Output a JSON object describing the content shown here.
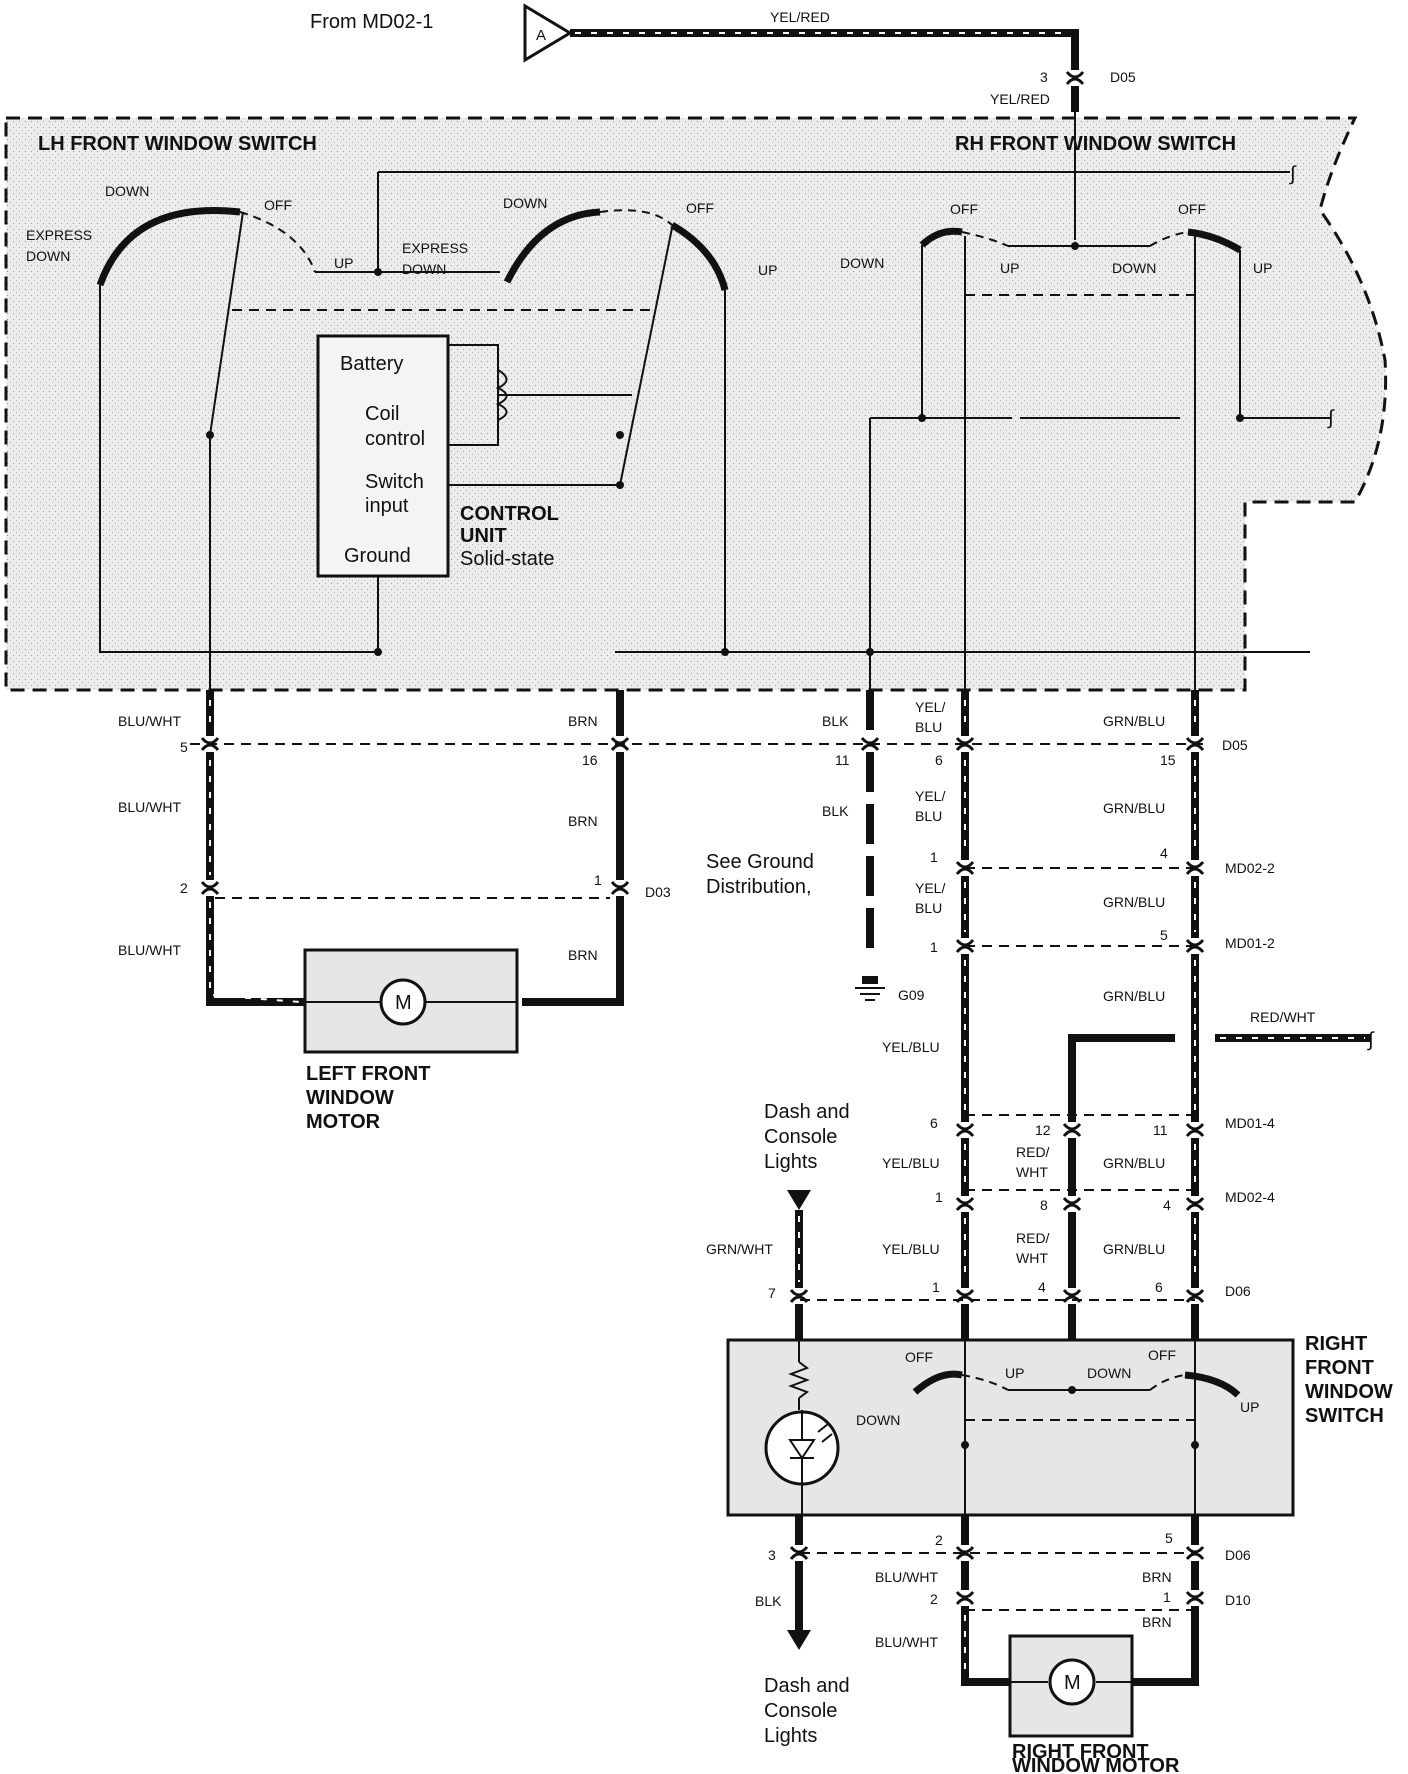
{
  "header": {
    "from": "From MD02-1",
    "connector": "A",
    "wire_top": "YEL/RED"
  },
  "top_connector": {
    "pin": "3",
    "name": "D05",
    "wire": "YEL/RED"
  },
  "lh_switch": {
    "title": "LH FRONT WINDOW SWITCH",
    "left_pos": {
      "down": "DOWN",
      "off": "OFF",
      "up": "UP",
      "express_down": [
        "EXPRESS",
        "DOWN"
      ]
    },
    "right_pos": {
      "down": "DOWN",
      "off": "OFF",
      "up": "UP",
      "express_down": [
        "EXPRESS",
        "DOWN"
      ]
    }
  },
  "rh_switch": {
    "title": "RH FRONT WINDOW SWITCH",
    "off1": "OFF",
    "off2": "OFF",
    "down1": "DOWN",
    "up1": "UP",
    "down2": "DOWN",
    "up2": "UP"
  },
  "control_unit": {
    "battery": "Battery",
    "coil": [
      "Coil",
      "control"
    ],
    "switch_input": [
      "Switch",
      "input"
    ],
    "ground": "Ground",
    "name": [
      "CONTROL",
      "UNIT"
    ],
    "type": "Solid-state"
  },
  "left_wires": {
    "blu_wht_1": "BLU/WHT",
    "brn_1": "BRN",
    "pin5": "5",
    "pin16": "16",
    "blu_wht_2": "BLU/WHT",
    "brn_2": "BRN",
    "pin2": "2",
    "pin1": "1",
    "d03": "D03",
    "blu_wht_3": "BLU/WHT",
    "brn_3": "BRN"
  },
  "left_motor": {
    "symbol": "M",
    "name": [
      "LEFT FRONT",
      "WINDOW",
      "MOTOR"
    ]
  },
  "mid_wires": {
    "blk_1": "BLK",
    "pin11": "11",
    "blk_2": "BLK",
    "see_ground": [
      "See Ground",
      "Distribution,"
    ],
    "g09": "G09",
    "yel_blu_1": [
      "YEL/",
      "BLU"
    ],
    "pin6": "6",
    "yel_blu_2": [
      "YEL/",
      "BLU"
    ],
    "pin1a": "1",
    "yel_blu_3": [
      "YEL/",
      "BLU"
    ],
    "pin1b": "1",
    "yel_blu_4": "YEL/BLU",
    "grn_blu_1": "GRN/BLU",
    "pin15": "15",
    "d05": "D05",
    "grn_blu_2": "GRN/BLU",
    "pin4": "4",
    "md02_2": "MD02-2",
    "grn_blu_3": "GRN/BLU",
    "pin5": "5",
    "md01_2": "MD01-2",
    "grn_blu_4": "GRN/BLU",
    "red_wht": "RED/WHT"
  },
  "lower_connectors": {
    "md01_4": {
      "name": "MD01-4",
      "p_yel": "6",
      "p_red": "12",
      "p_grn": "11"
    },
    "md02_4": {
      "name": "MD02-4",
      "p_yel": "1",
      "p_red": "8",
      "p_grn": "4"
    },
    "d06": {
      "name": "D06",
      "p_grn_wht": "7",
      "p_yel": "1",
      "p_red": "4",
      "p_grn": "6"
    },
    "wires": {
      "red_wht_a": [
        "RED/",
        "WHT"
      ],
      "red_wht_b": [
        "RED/",
        "WHT"
      ],
      "yel_blu_a": "YEL/BLU",
      "yel_blu_b": "YEL/BLU",
      "grn_blu_a": "GRN/BLU",
      "grn_blu_b": "GRN/BLU",
      "grn_wht": "GRN/WHT"
    }
  },
  "lights_top": [
    "Dash and",
    "Console",
    "Lights"
  ],
  "right_switch": {
    "name": [
      "RIGHT",
      "FRONT",
      "WINDOW",
      "SWITCH"
    ],
    "off1": "OFF",
    "up1": "UP",
    "down1": "DOWN",
    "off2": "OFF",
    "up2": "UP",
    "down2": "DOWN"
  },
  "bottom": {
    "pin3": "3",
    "pin2": "2",
    "pin5": "5",
    "d06": "D06",
    "blk": "BLK",
    "blu_wht_1": "BLU/WHT",
    "brn_1": "BRN",
    "pin2b": "2",
    "pin1": "1",
    "d10": "D10",
    "blu_wht_2": "BLU/WHT",
    "brn_2": "BRN"
  },
  "lights_bottom": [
    "Dash and",
    "Console",
    "Lights"
  ],
  "right_motor": {
    "symbol": "M",
    "name": [
      "RIGHT FRONT",
      "WINDOW MOTOR"
    ]
  }
}
